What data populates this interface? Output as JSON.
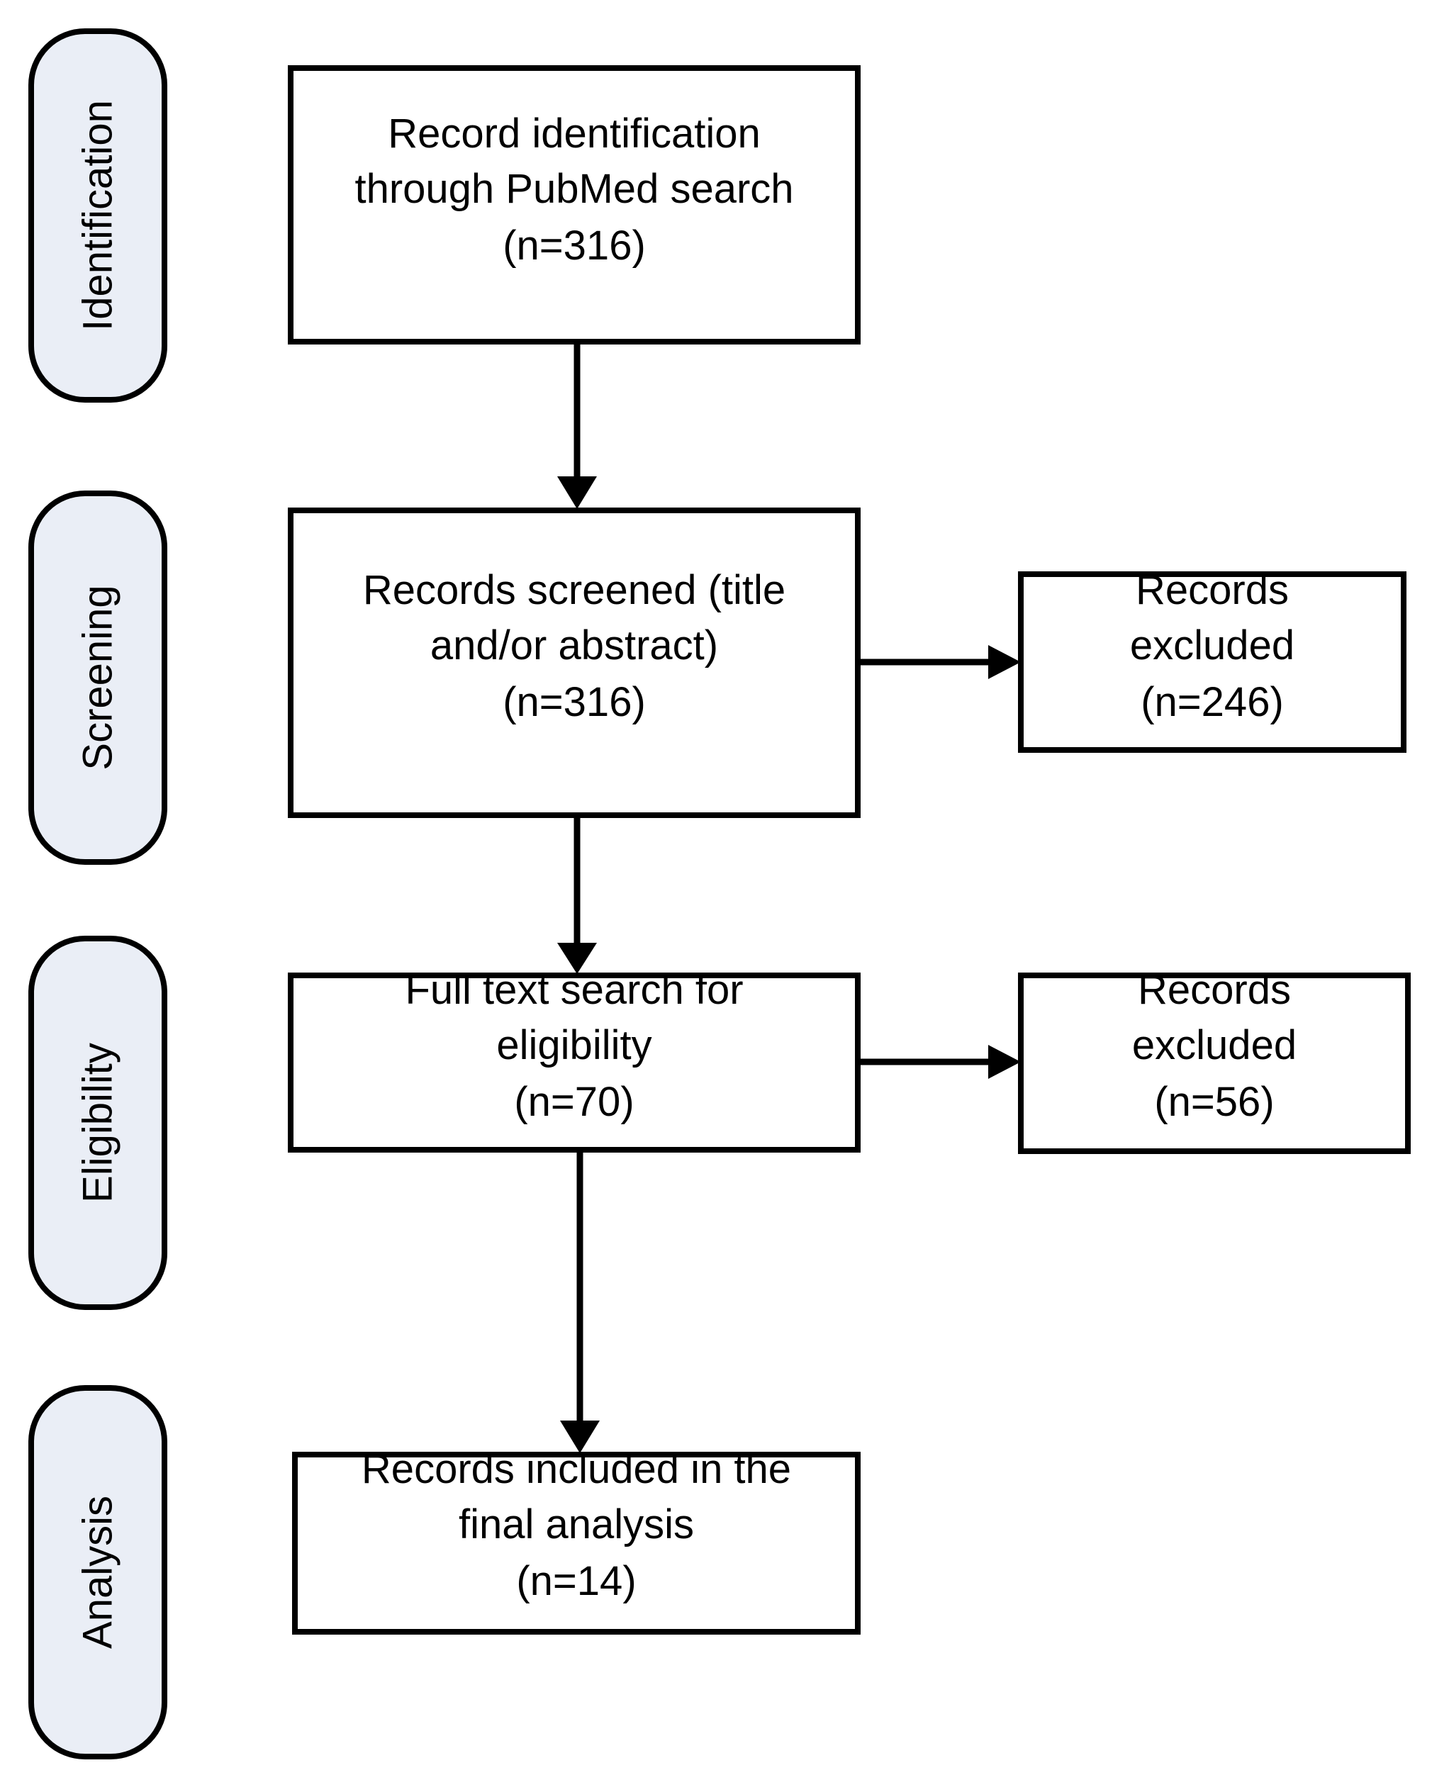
{
  "stages": [
    {
      "label": "Identification"
    },
    {
      "label": "Screening"
    },
    {
      "label": "Eligibility"
    },
    {
      "label": "Analysis"
    }
  ],
  "boxes": {
    "identification": {
      "line1": "Record identification",
      "line2": "through PubMed search",
      "count": "(n=316)"
    },
    "screened": {
      "line1": "Records screened (title",
      "line2": "and/or abstract)",
      "count": "(n=316)"
    },
    "excluded_screening": {
      "line1": "Records",
      "line2": "excluded",
      "count": "(n=246)"
    },
    "eligibility": {
      "line1": "Full text search for",
      "line2": "eligibility",
      "count": "(n=70)"
    },
    "excluded_eligibility": {
      "line1": "Records",
      "line2": "excluded",
      "count": "(n=56)"
    },
    "included": {
      "line1": "Records included in the",
      "line2": "final analysis",
      "count": "(n=14)"
    }
  }
}
